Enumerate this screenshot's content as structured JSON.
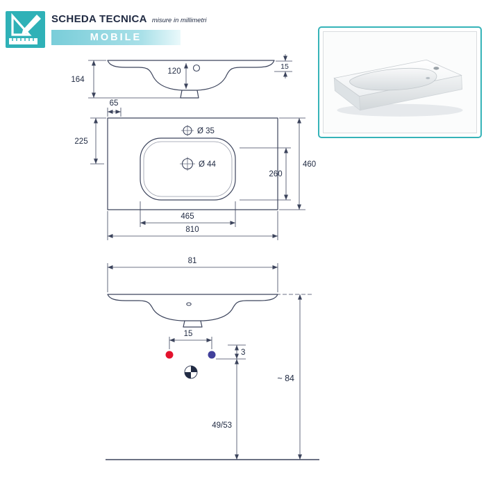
{
  "colors": {
    "teal": "#2fb1b7",
    "banner-start": "#79cdd9",
    "banner-end": "#eaf9fb",
    "ink": "#222c44",
    "line": "#3c445c",
    "hot": "#e3122d",
    "cold": "#41409b",
    "photo-border": "#35b3b8"
  },
  "header": {
    "title": "SCHEDA TECNICA",
    "subtitle": "misure in millimetri",
    "banner": "MOBILE"
  },
  "section_view": {
    "overall_height": "164",
    "bowl_depth": "120",
    "rim_thickness": "15"
  },
  "plan_view": {
    "side_offset": "65",
    "back_to_drain": "225",
    "tap_hole_diameter": "Ø 35",
    "drain_diameter": "Ø 44",
    "overall_depth": "460",
    "bowl_inner_depth": "260",
    "bowl_width": "465",
    "overall_width": "810"
  },
  "front_view": {
    "overall_width_cm": "81",
    "supply_spacing": "15",
    "drain_offset": "3",
    "overall_height_cm": "~ 84",
    "drain_height_range": "49/53"
  }
}
